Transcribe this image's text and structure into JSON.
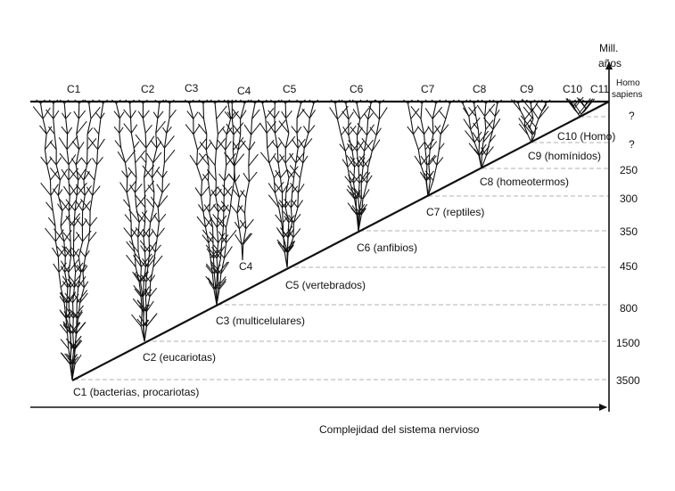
{
  "axis": {
    "time_label_line1": "Mill.",
    "time_label_line2": "años",
    "homo_line1": "Homo",
    "homo_line2": "sapiens",
    "x_label": "Complejidad del sistema nervioso",
    "ticks": [
      "?",
      "?",
      "250",
      "300",
      "350",
      "450",
      "800",
      "1500",
      "3500"
    ]
  },
  "top_labels": [
    "C1",
    "C2",
    "C3",
    "C4",
    "C5",
    "C6",
    "C7",
    "C8",
    "C9",
    "C10",
    "C11"
  ],
  "diag_labels": [
    "C1 (bacterias, procariotas)",
    "C2 (eucariotas)",
    "C3 (multicelulares)",
    "C4",
    "C5 (vertebrados)",
    "C6 (anfibios)",
    "C7 (reptiles)",
    "C8 (homeotermos)",
    "C9 (homínidos)",
    "C10 (Homo)"
  ]
}
